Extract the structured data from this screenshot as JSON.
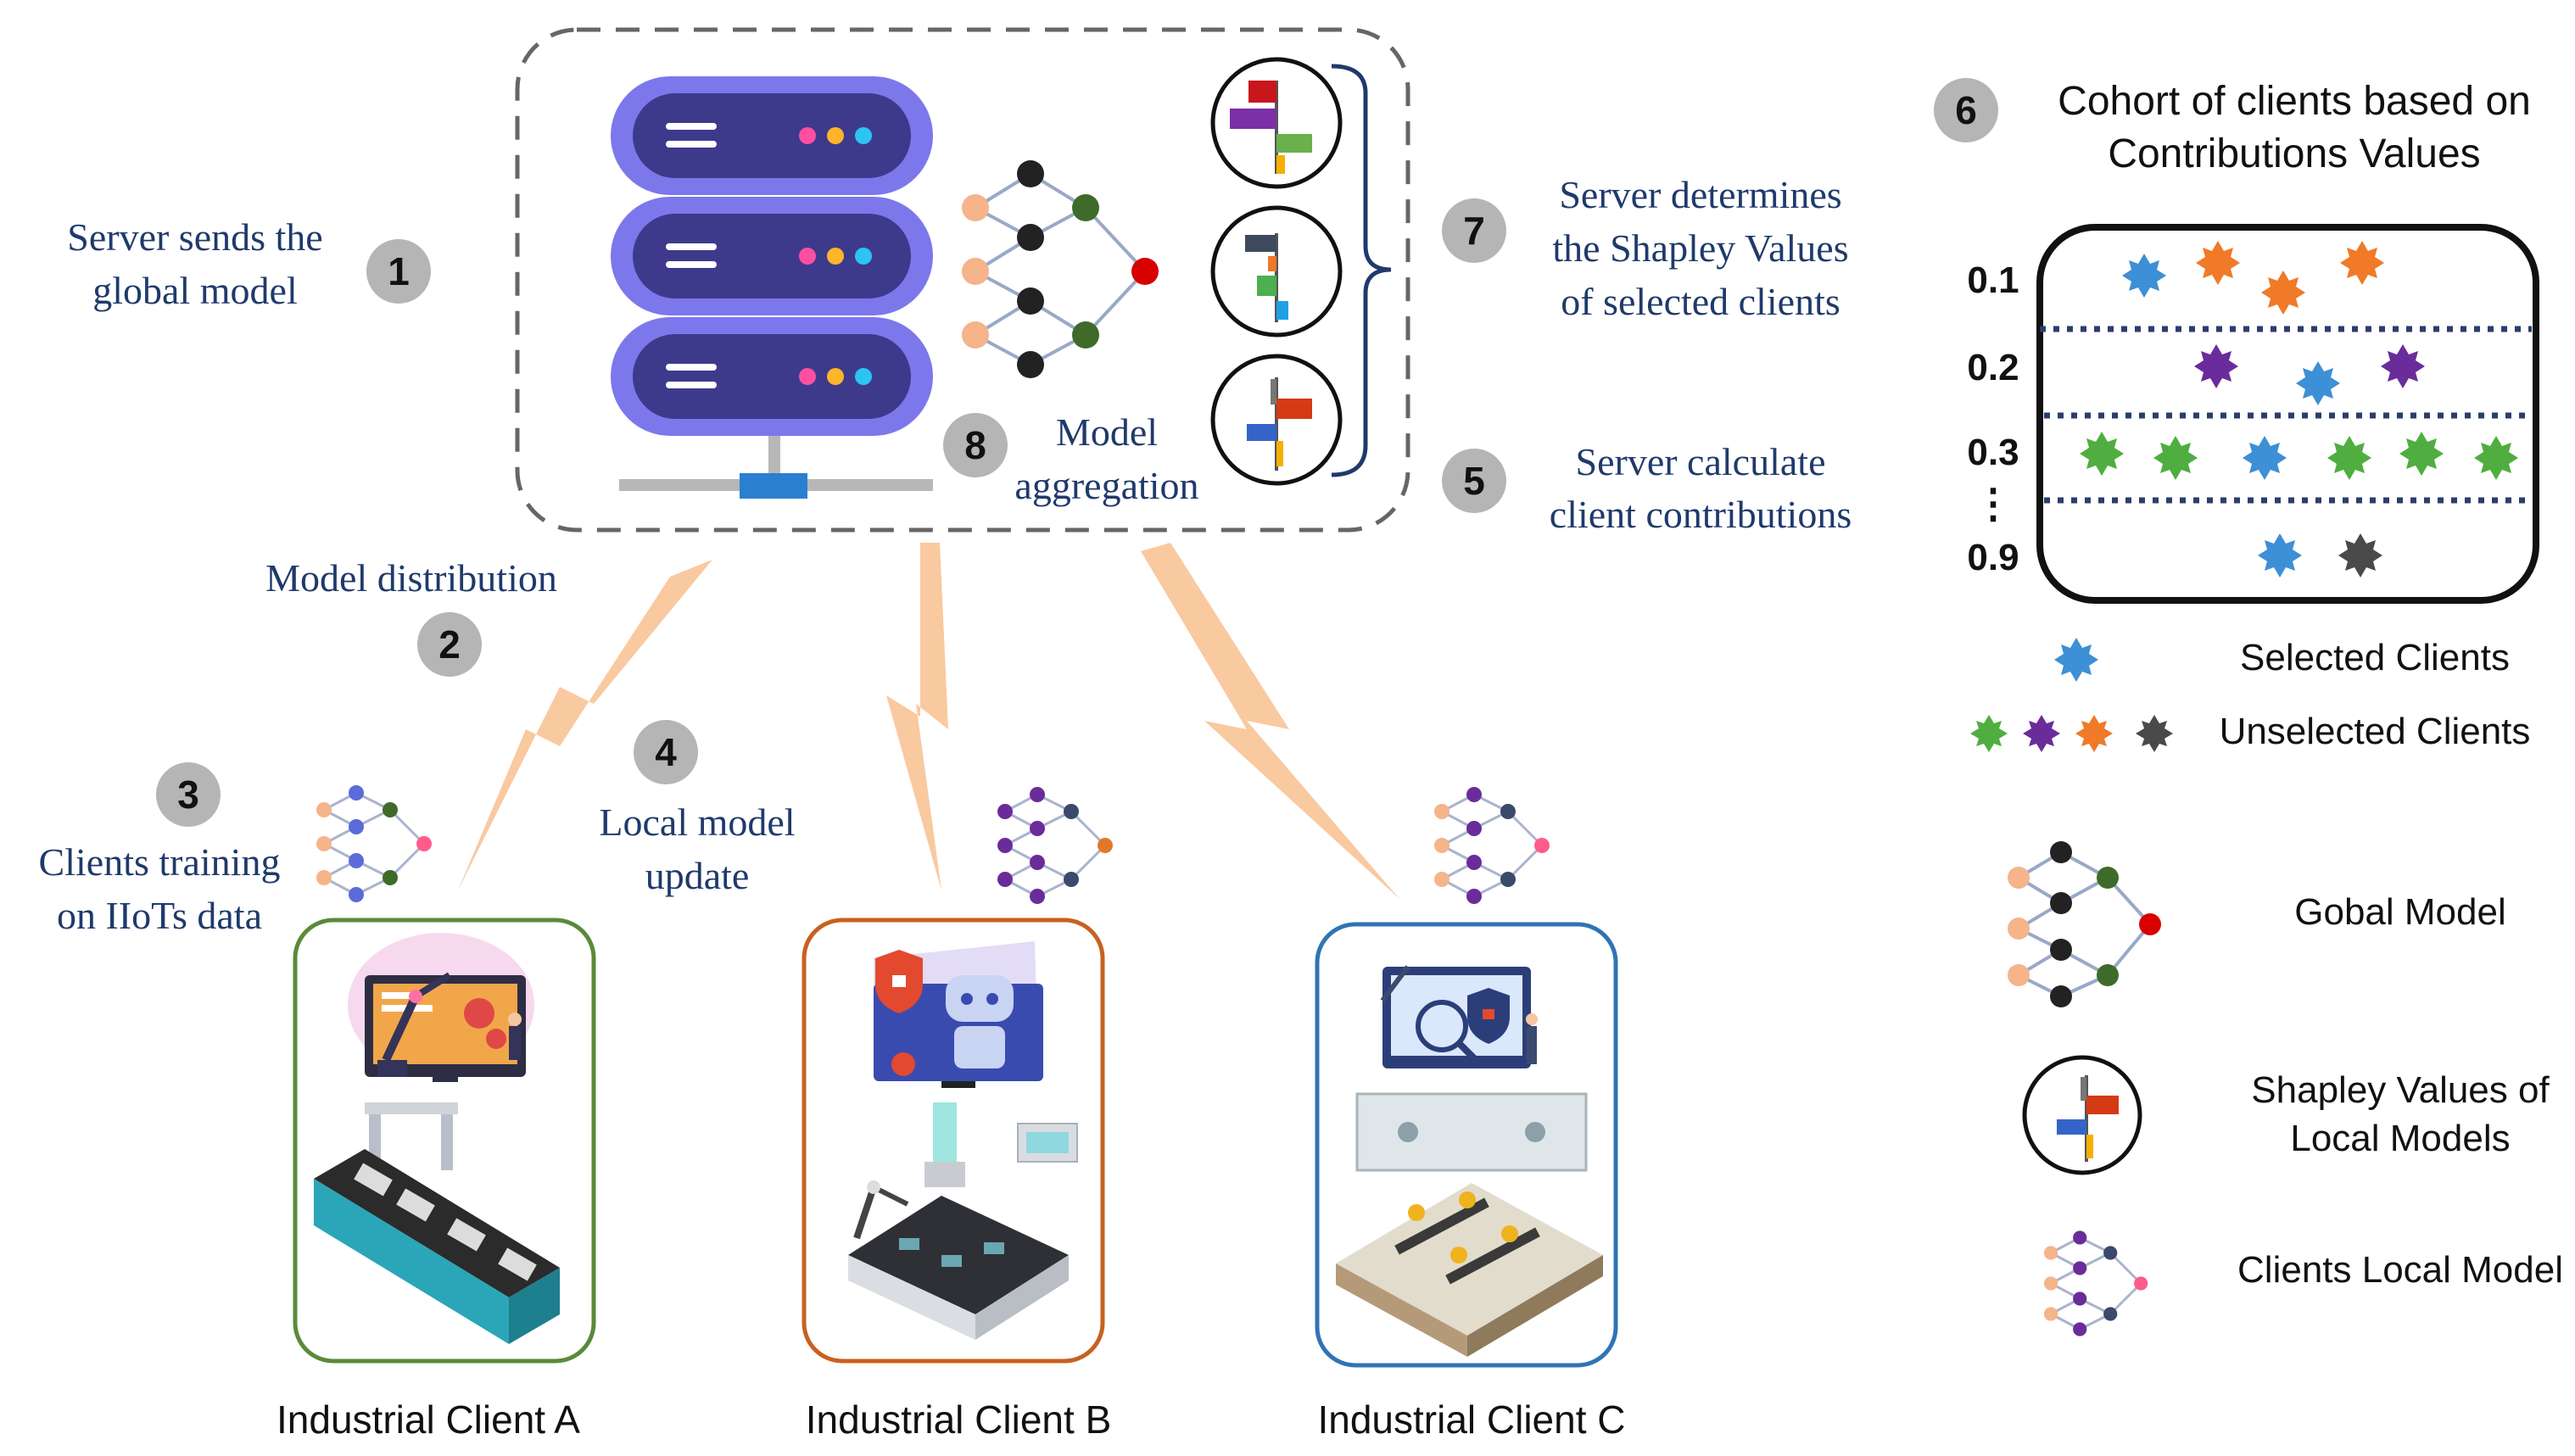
{
  "server": {
    "step1": {
      "number": "1",
      "line1": "Server sends the",
      "line2": "global model"
    },
    "step8": {
      "number": "8",
      "line1": "Model",
      "line2": "aggregation"
    },
    "step7": {
      "number": "7",
      "line1": "Server determines",
      "line2": "the Shapley Values",
      "line3": "of selected clients"
    },
    "step5": {
      "number": "5",
      "line1": "Server calculate",
      "line2": "client contributions"
    }
  },
  "distribution": {
    "step2": {
      "number": "2",
      "label": "Model distribution"
    },
    "step3": {
      "number": "3",
      "line1": "Clients training",
      "line2": "on IIoTs data"
    },
    "step4": {
      "number": "4",
      "line1": "Local model",
      "line2": "update"
    }
  },
  "clients": [
    {
      "name": "Industrial Client A",
      "border_color": "#5a8a3a"
    },
    {
      "name": "Industrial Client B",
      "border_color": "#c8611f"
    },
    {
      "name": "Industrial Client C",
      "border_color": "#2f74b5"
    }
  ],
  "cohort": {
    "number": "6",
    "title_line1": "Cohort of clients based on",
    "title_line2": "Contributions Values",
    "rows": [
      "0.1",
      "0.2",
      "0.3",
      "0.9"
    ],
    "ellipsis": "⋮"
  },
  "legend": {
    "selected": "Selected Clients",
    "unselected": "Unselected Clients",
    "global_model": "Gobal Model",
    "shapley_line1": "Shapley Values of",
    "shapley_line2": "Local Models",
    "local_model": "Clients Local Model"
  },
  "colors": {
    "selected_star": "#3d8fd6",
    "star_orange": "#f07a28",
    "star_purple": "#6a2c9a",
    "star_green": "#4fae3f",
    "star_gray": "#4a4a4a",
    "lightning": "#f9c9a0",
    "server_purple": "#6f67e8"
  }
}
